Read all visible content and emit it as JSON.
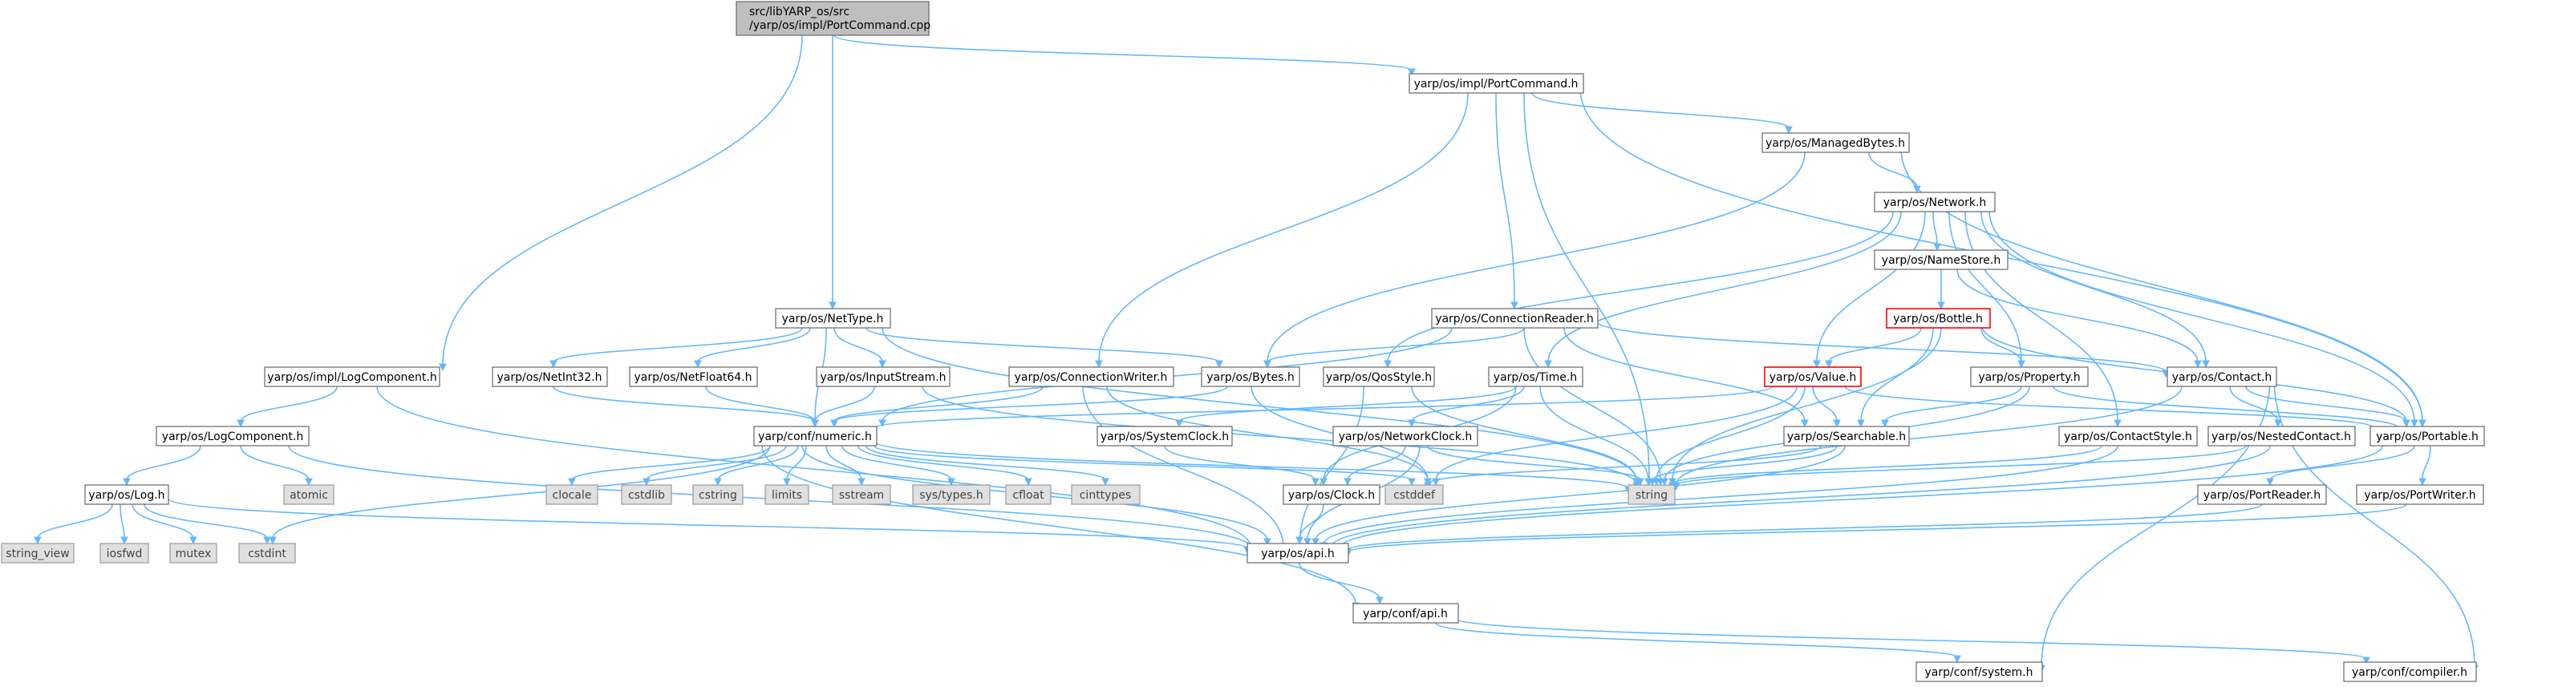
{
  "root": {
    "label_line1": "src/libYARP_os/src",
    "label_line2": "/yarp/os/impl/PortCommand.cpp"
  },
  "nodes": {
    "portcommand_h": "yarp/os/impl/PortCommand.h",
    "managedbytes_h": "yarp/os/ManagedBytes.h",
    "network_h": "yarp/os/Network.h",
    "namestore_h": "yarp/os/NameStore.h",
    "bottle_h": "yarp/os/Bottle.h",
    "nettype_h": "yarp/os/NetType.h",
    "connectionreader_h": "yarp/os/ConnectionReader.h",
    "logcomponent_impl_h": "yarp/os/impl/LogComponent.h",
    "netint32_h": "yarp/os/NetInt32.h",
    "netfloat64_h": "yarp/os/NetFloat64.h",
    "inputstream_h": "yarp/os/InputStream.h",
    "connectionwriter_h": "yarp/os/ConnectionWriter.h",
    "bytes_h": "yarp/os/Bytes.h",
    "qosstyle_h": "yarp/os/QosStyle.h",
    "time_h": "yarp/os/Time.h",
    "value_h": "yarp/os/Value.h",
    "property_h": "yarp/os/Property.h",
    "contact_h": "yarp/os/Contact.h",
    "logcomponent_h": "yarp/os/LogComponent.h",
    "numeric_h": "yarp/conf/numeric.h",
    "systemclock_h": "yarp/os/SystemClock.h",
    "networkclock_h": "yarp/os/NetworkClock.h",
    "searchable_h": "yarp/os/Searchable.h",
    "contactstyle_h": "yarp/os/ContactStyle.h",
    "nestedcontact_h": "yarp/os/NestedContact.h",
    "portable_h": "yarp/os/Portable.h",
    "log_h": "yarp/os/Log.h",
    "clock_h": "yarp/os/Clock.h",
    "portreader_h": "yarp/os/PortReader.h",
    "portwriter_h": "yarp/os/PortWriter.h",
    "os_api_h": "yarp/os/api.h",
    "conf_api_h": "yarp/conf/api.h",
    "system_h": "yarp/conf/system.h",
    "compiler_h": "yarp/conf/compiler.h",
    "atomic": "atomic",
    "clocale": "clocale",
    "cstdlib": "cstdlib",
    "cstring": "cstring",
    "limits": "limits",
    "sstream": "sstream",
    "systypes_h": "sys/types.h",
    "cfloat": "cfloat",
    "cinttypes": "cinttypes",
    "cstddef": "cstddef",
    "string": "string",
    "string_view": "string_view",
    "iosfwd": "iosfwd",
    "mutex": "mutex",
    "cstdint": "cstdint"
  },
  "colors": {
    "edge": "#63b8ff",
    "root_fill": "#bfbfbf",
    "system_fill": "#e0e0e0",
    "highlight_border": "#ff0000"
  }
}
